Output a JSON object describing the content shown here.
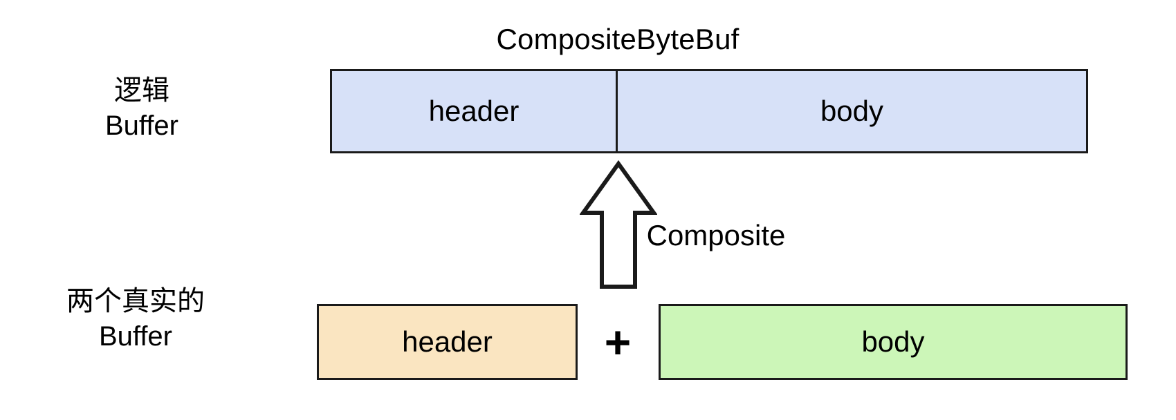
{
  "diagram": {
    "title": "CompositeByteBuf",
    "background_color": "#ffffff",
    "stroke_color": "#1a1a1a"
  },
  "rows": {
    "logical": {
      "label_cn": "逻辑",
      "label_en": "Buffer",
      "buffer": {
        "fill_color": "#d7e1f8",
        "segments": [
          {
            "label": "header"
          },
          {
            "label": "body"
          }
        ]
      }
    },
    "real": {
      "label_cn": "两个真实的",
      "label_en": "Buffer",
      "buffers": [
        {
          "label": "header",
          "fill_color": "#fae5c1"
        },
        {
          "label": "body",
          "fill_color": "#ccf6b8"
        }
      ],
      "operator": "+"
    }
  },
  "arrow": {
    "caption": "Composite",
    "direction": "up",
    "fill_color": "#ffffff",
    "stroke_color": "#1a1a1a"
  }
}
